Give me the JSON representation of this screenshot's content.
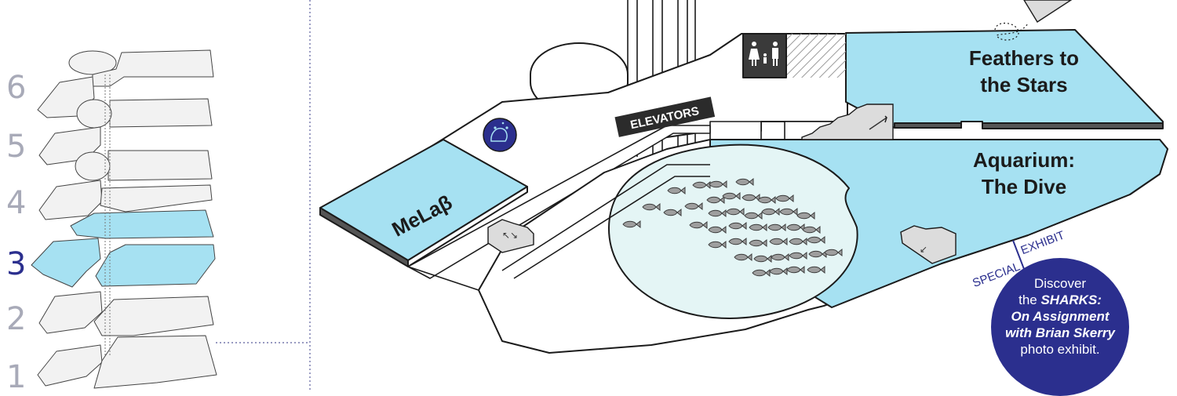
{
  "floor_selector": {
    "floors": [
      {
        "label": "6",
        "active": false
      },
      {
        "label": "5",
        "active": false
      },
      {
        "label": "4",
        "active": false
      },
      {
        "label": "3",
        "active": true
      },
      {
        "label": "2",
        "active": false
      },
      {
        "label": "1",
        "active": false
      }
    ]
  },
  "map": {
    "zones": {
      "melab": "MeLaβ",
      "elevators": "ELEVATORS",
      "feathers_line1": "Feathers to",
      "feathers_line2": "the Stars",
      "aquarium_line1": "Aquarium:",
      "aquarium_line2": "The Dive"
    },
    "special_exhibit": {
      "word1": "SPECIAL",
      "word2": "EXHIBIT"
    },
    "callout": {
      "line1": "Discover",
      "line2_prefix": "the ",
      "line2_em": "SHARKS:",
      "line3": "On Assignment",
      "line4": "with Brian Skerry",
      "line5": "photo exhibit."
    },
    "icons": [
      "family-restroom-icon",
      "handwash-icon",
      "stairs-icon",
      "escalator-icon",
      "paper-plane-icon"
    ]
  },
  "colors": {
    "exhibit_fill": "#a6e1f2",
    "active_floor": "#2b2f8e",
    "inactive_floor": "#a8aab8",
    "pool_fill": "#e4f5f5",
    "outline": "#1b1b1b"
  }
}
